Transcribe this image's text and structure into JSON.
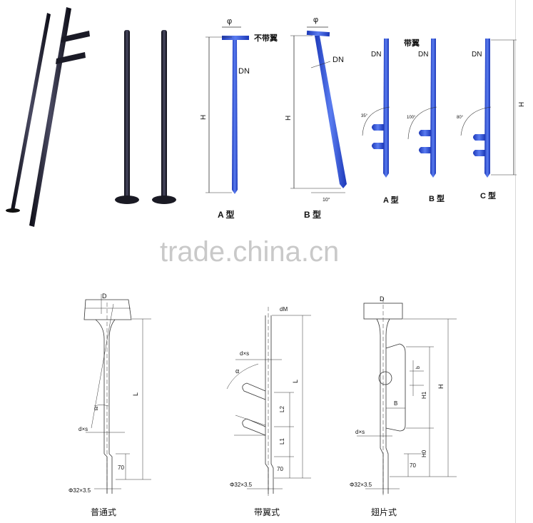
{
  "watermark": "trade.china.cn",
  "top_labels": {
    "phi": "φ",
    "without_wing": "不带翼",
    "with_wing": "带翼",
    "dn": "DN",
    "h": "H",
    "type_a": "A 型",
    "type_b": "B 型",
    "type_c": "C 型",
    "angle_b": "10°",
    "angle_1": "35°",
    "angle_2": "100°",
    "angle_3": "80°"
  },
  "bottom_labels": {
    "d": "D",
    "dm": "dM",
    "l": "L",
    "h": "H",
    "alpha": "α",
    "dxs": "d×s",
    "phi32": "Φ32×3.5",
    "seventy": "70",
    "l1": "L1",
    "l2": "L2",
    "h0": "H0",
    "h1": "H1",
    "b": "B",
    "small_b": "b"
  },
  "captions": {
    "ordinary": "普通式",
    "winged": "带翼式",
    "fin": "翅片式"
  },
  "colors": {
    "blue": "#2a4cc8",
    "blue_dark": "#1b2f8a",
    "rod": "#1a1a2a",
    "line": "#333333"
  }
}
